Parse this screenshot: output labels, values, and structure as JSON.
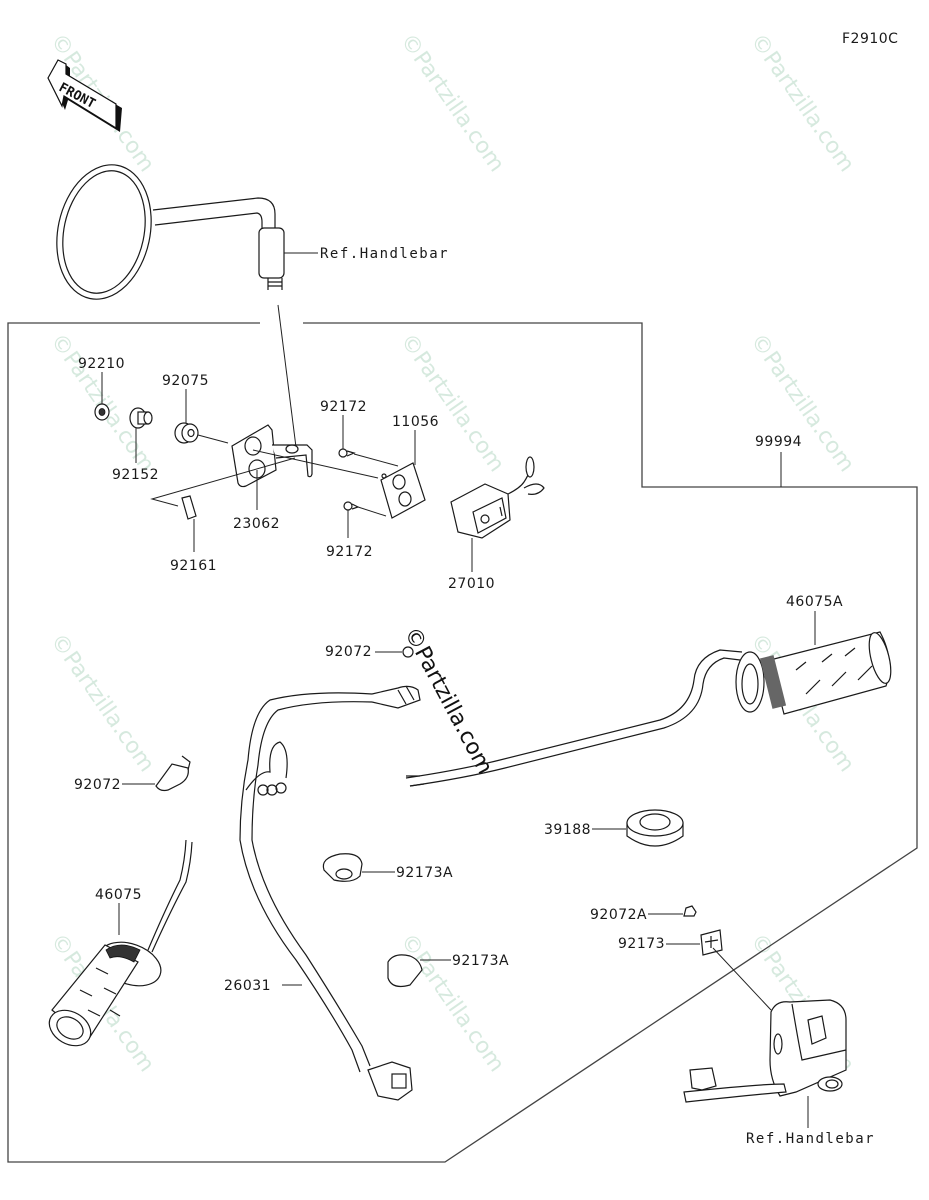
{
  "diagram": {
    "figure_code": "F2910C",
    "front_indicator": "FRONT",
    "watermark_text": "©Partzilla.com",
    "colors": {
      "line": "#1a1a1a",
      "frame": "#444444",
      "watermark": "#cfe6d9",
      "background": "#ffffff"
    },
    "references": {
      "mirror_ref": "Ref.Handlebar",
      "switch_ref": "Ref.Handlebar"
    },
    "parts": [
      {
        "id": "92210",
        "label": "92210"
      },
      {
        "id": "92075",
        "label": "92075"
      },
      {
        "id": "92152",
        "label": "92152"
      },
      {
        "id": "92172a",
        "label": "92172"
      },
      {
        "id": "11056",
        "label": "11056"
      },
      {
        "id": "23062",
        "label": "23062"
      },
      {
        "id": "92172b",
        "label": "92172"
      },
      {
        "id": "92161",
        "label": "92161"
      },
      {
        "id": "27010",
        "label": "27010"
      },
      {
        "id": "99994",
        "label": "99994"
      },
      {
        "id": "92072a",
        "label": "92072"
      },
      {
        "id": "46075A",
        "label": "46075A"
      },
      {
        "id": "92072b",
        "label": "92072"
      },
      {
        "id": "39188",
        "label": "39188"
      },
      {
        "id": "92173A_1",
        "label": "92173A"
      },
      {
        "id": "46075",
        "label": "46075"
      },
      {
        "id": "92072A",
        "label": "92072A"
      },
      {
        "id": "92173",
        "label": "92173"
      },
      {
        "id": "92173A_2",
        "label": "92173A"
      },
      {
        "id": "26031",
        "label": "26031"
      }
    ]
  }
}
